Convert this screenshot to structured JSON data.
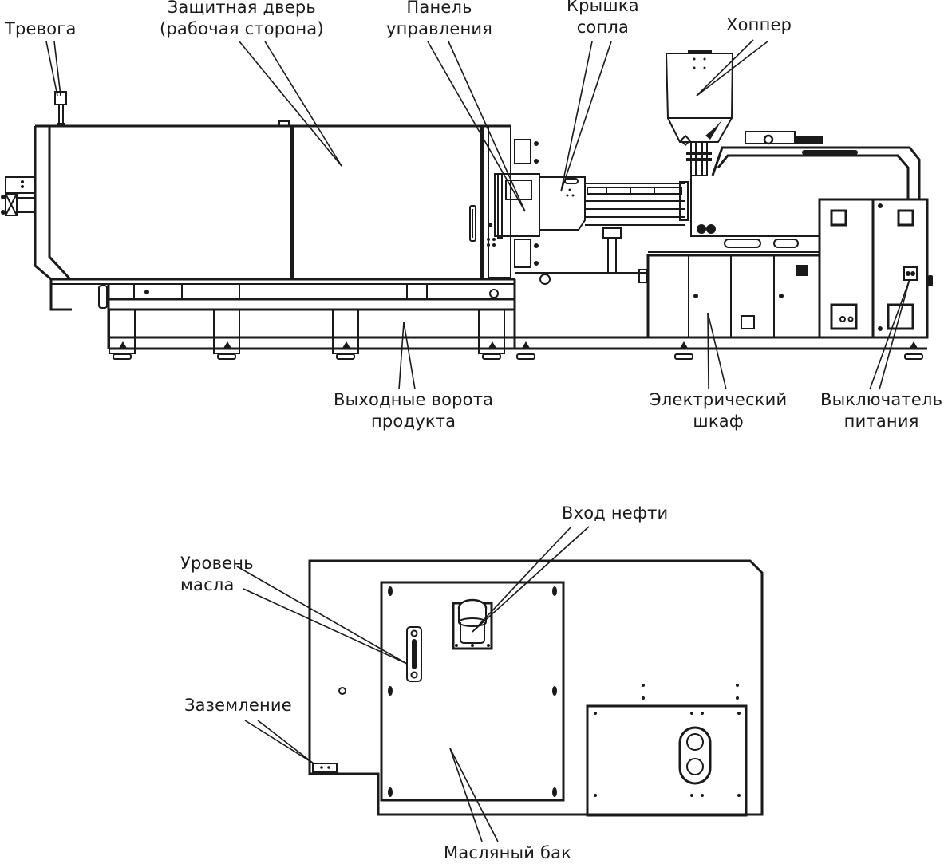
{
  "machine_view": {
    "labels": {
      "alarm": [
        "Тревога"
      ],
      "safety_door": [
        "Защитная дверь",
        "(рабочая сторона)"
      ],
      "control_panel": [
        "Панель",
        "управления"
      ],
      "nozzle_cover": [
        "Крышка",
        "сопла"
      ],
      "hopper": [
        "Хоппер"
      ],
      "product_exit_gate": [
        "Выходные ворота",
        "продукта"
      ],
      "electrical_cabinet": [
        "Электрический",
        "шкаф"
      ],
      "power_switch": [
        "Выключатель",
        "питания"
      ]
    }
  },
  "tank_view": {
    "labels": {
      "oil_inlet": [
        "Вход нефти"
      ],
      "oil_level": [
        "Уровень",
        "масла"
      ],
      "grounding": [
        "Заземление"
      ],
      "oil_tank": [
        "Масляный бак"
      ]
    }
  },
  "colors": {
    "ink": "#1a1a1a",
    "background": "#ffffff"
  }
}
